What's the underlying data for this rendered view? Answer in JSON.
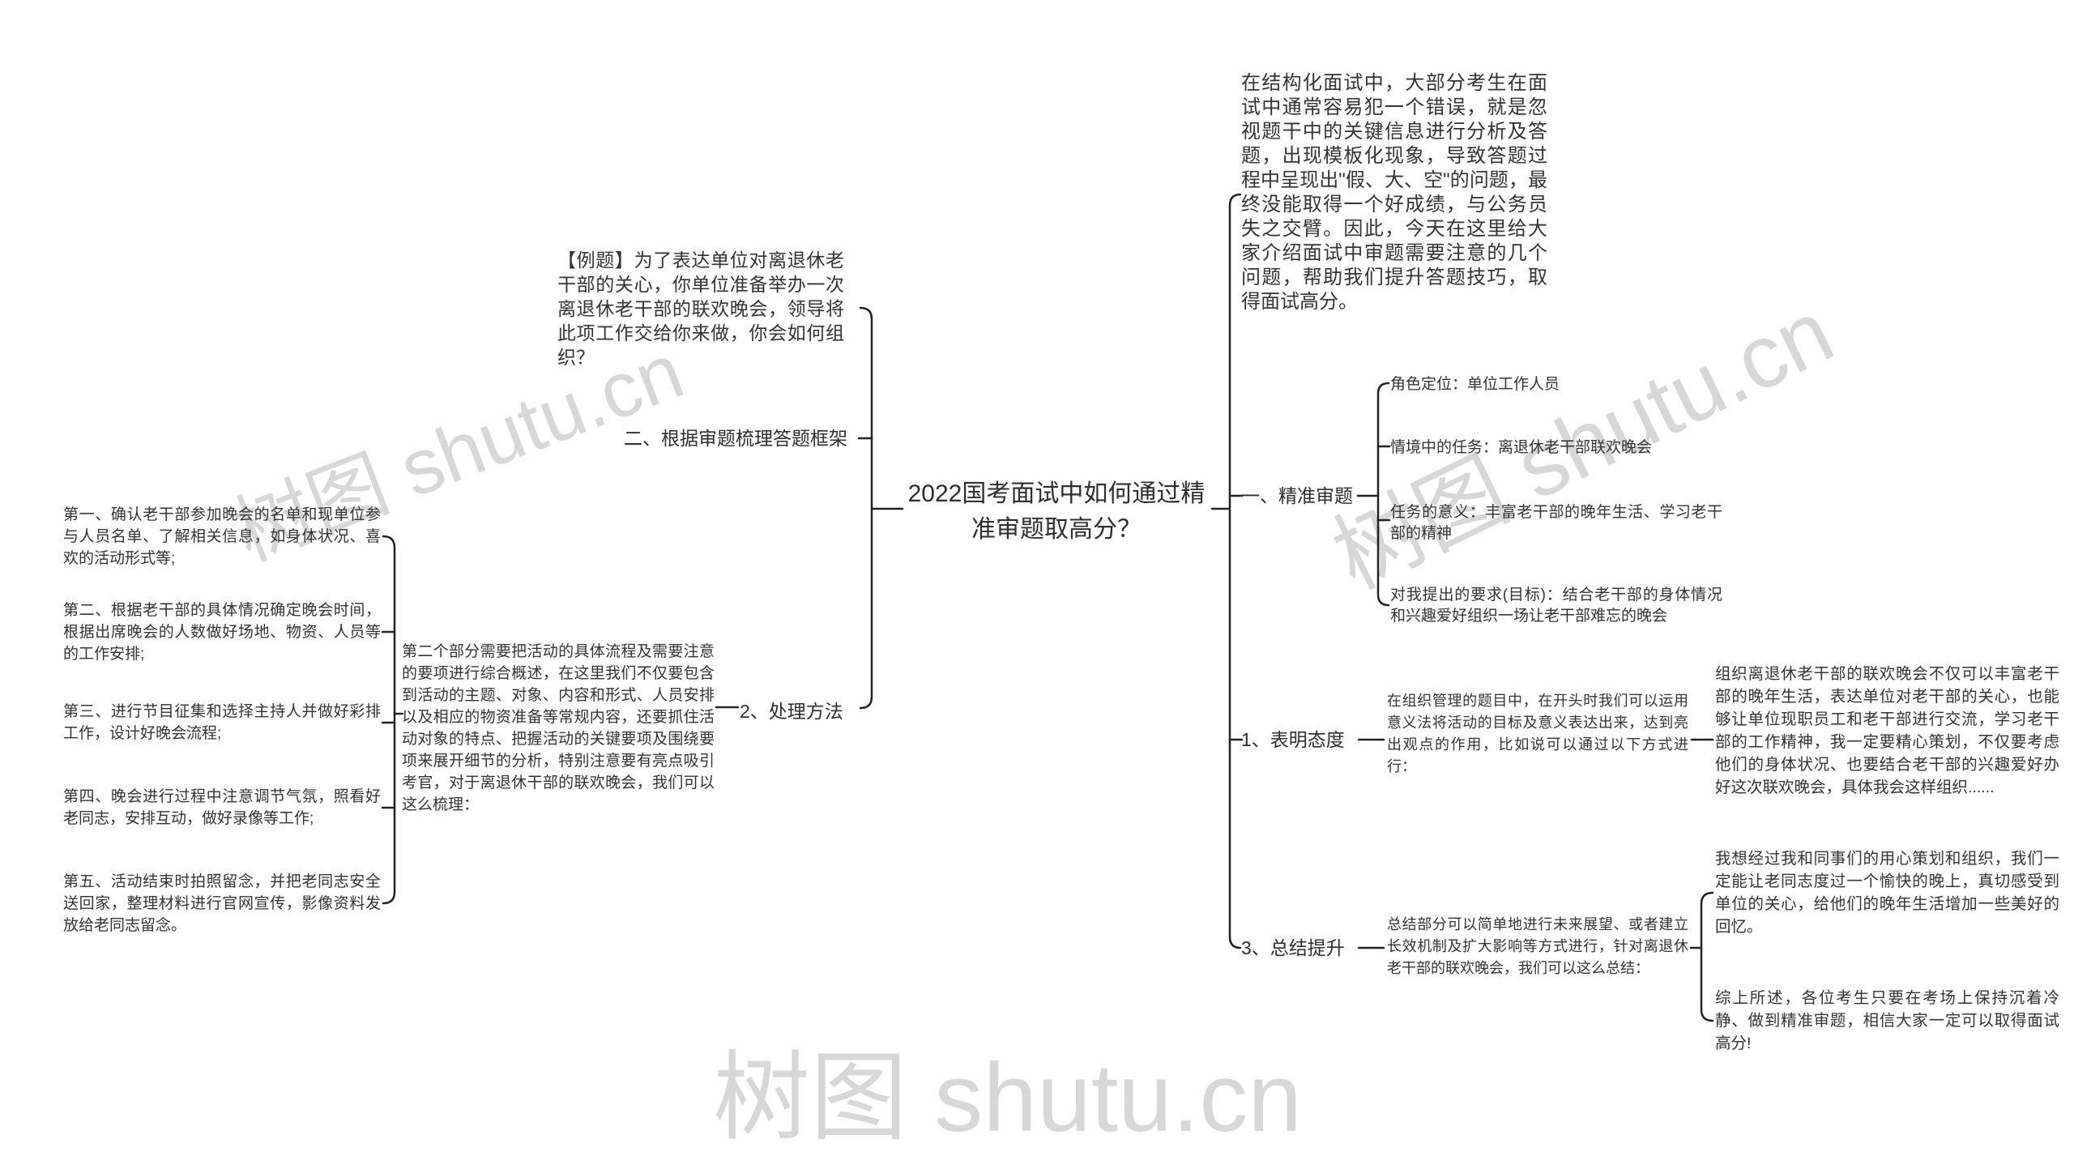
{
  "watermark": {
    "text": "树图 shutu.cn"
  },
  "central": {
    "title": "2022国考面试中如何通过精准审题取高分？"
  },
  "right": {
    "intro": "在结构化面试中，大部分考生在面试中通常容易犯一个错误，就是忽视题干中的关键信息进行分析及答题，出现模板化现象，导致答题过程中呈现出\"假、大、空\"的问题，最终没能取得一个好成绩，与公务员失之交臂。因此，今天在这里给大家介绍面试中审题需要注意的几个问题，帮助我们提升答题技巧，取得面试高分。",
    "section1": {
      "label": "一、精准审题",
      "items": [
        "角色定位：单位工作人员",
        "情境中的任务：离退休老干部联欢晚会",
        "任务的意义：丰富老干部的晚年生活、学习老干部的精神",
        "对我提出的要求(目标)：结合老干部的身体情况和兴趣爱好组织一场让老干部难忘的晚会"
      ]
    },
    "attitude": {
      "label": "1、表明态度",
      "note": "在组织管理的题目中，在开头时我们可以运用意义法将活动的目标及意义表达出来，达到亮出观点的作用，比如说可以通过以下方式进行：",
      "detail": "组织离退休老干部的联欢晚会不仅可以丰富老干部的晚年生活，表达单位对老干部的关心，也能够让单位现职员工和老干部进行交流，学习老干部的工作精神，我一定要精心策划，不仅要考虑他们的身体状况、也要结合老干部的兴趣爱好办好这次联欢晚会，具体我会这样组织......"
    },
    "summary": {
      "label": "3、总结提升",
      "note": "总结部分可以简单地进行未来展望、或者建立长效机制及扩大影响等方式进行，针对离退休老干部的联欢晚会，我们可以这么总结：",
      "detail1": "我想经过我和同事们的用心策划和组织，我们一定能让老同志度过一个愉快的晚上，真切感受到单位的关心，给他们的晚年生活增加一些美好的回忆。",
      "detail2": "综上所述，各位考生只要在考场上保持沉着冷静、做到精准审题，相信大家一定可以取得面试高分!"
    }
  },
  "left": {
    "example": "【例题】为了表达单位对离退休老干部的关心，你单位准备举办一次离退休老干部的联欢晚会，领导将此项工作交给你来做，你会如何组织？",
    "section2": {
      "label": "二、根据审题梳理答题框架"
    },
    "method": {
      "label": "2、处理方法",
      "note": "第二个部分需要把活动的具体流程及需要注意的要项进行综合概述，在这里我们不仅要包含到活动的主题、对象、内容和形式、人员安排以及相应的物资准备等常规内容，还要抓住活动对象的特点、把握活动的关键要项及围绕要项来展开细节的分析，特别注意要有亮点吸引考官，对于离退休干部的联欢晚会，我们可以这么梳理：",
      "steps": [
        "第一、确认老干部参加晚会的名单和现单位参与人员名单、了解相关信息，如身体状况、喜欢的活动形式等;",
        "第二、根据老干部的具体情况确定晚会时间，根据出席晚会的人数做好场地、物资、人员等的工作安排;",
        "第三、进行节目征集和选择主持人并做好彩排工作，设计好晚会流程;",
        "第四、晚会进行过程中注意调节气氛，照看好老同志，安排互动，做好录像等工作;",
        "第五、活动结束时拍照留念，并把老同志安全送回家，整理材料进行官网宣传，影像资料发放给老同志留念。"
      ]
    }
  }
}
